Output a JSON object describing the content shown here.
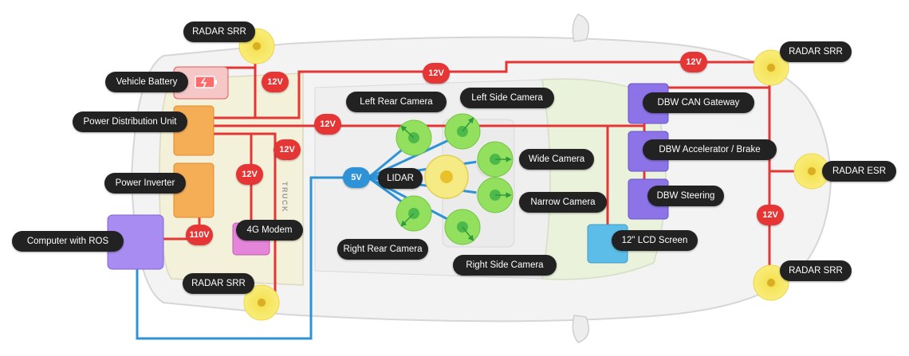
{
  "vehicle": {
    "side_text": "TRUCK"
  },
  "components": {
    "vehicle_battery": "Vehicle Battery",
    "power_distribution_unit": "Power Distribution Unit",
    "power_inverter": "Power Inverter",
    "computer_with_ros": "Computer with ROS",
    "modem_4g": "4G Modem",
    "radar_srr_front_left": "RADAR SRR",
    "radar_srr_rear_left": "RADAR SRR",
    "radar_srr_front_right": "RADAR SRR",
    "radar_srr_rear_right": "RADAR SRR",
    "radar_esr": "RADAR ESR",
    "left_rear_camera": "Left Rear Camera",
    "left_side_camera": "Left Side Camera",
    "wide_camera": "Wide Camera",
    "narrow_camera": "Narrow Camera",
    "right_rear_camera": "Right Rear Camera",
    "right_side_camera": "Right Side Camera",
    "lidar": "LIDAR",
    "dbw_can_gateway": "DBW CAN Gateway",
    "dbw_accelerator_brake": "DBW Accelerator / Brake",
    "dbw_steering": "DBW Steering",
    "lcd_screen": "12\" LCD Screen"
  },
  "voltages": {
    "v12_radar_left": "12V",
    "v12_top": "12V",
    "v12_top_right": "12V",
    "v12_mid": "12V",
    "v12_pdu_right": "12V",
    "v12_modem": "12V",
    "v12_right": "12V",
    "v5": "5V",
    "v110": "110V"
  },
  "colors": {
    "power_line": "#e53535",
    "data_line": "#2d93d6",
    "radar": "#f3e54a",
    "camera": "#8fe05a",
    "dbw_module": "#8c74e8",
    "power_module": "#f4a849",
    "computer": "#a78cf0",
    "modem": "#e07ad8",
    "lcd": "#5bbde8"
  }
}
